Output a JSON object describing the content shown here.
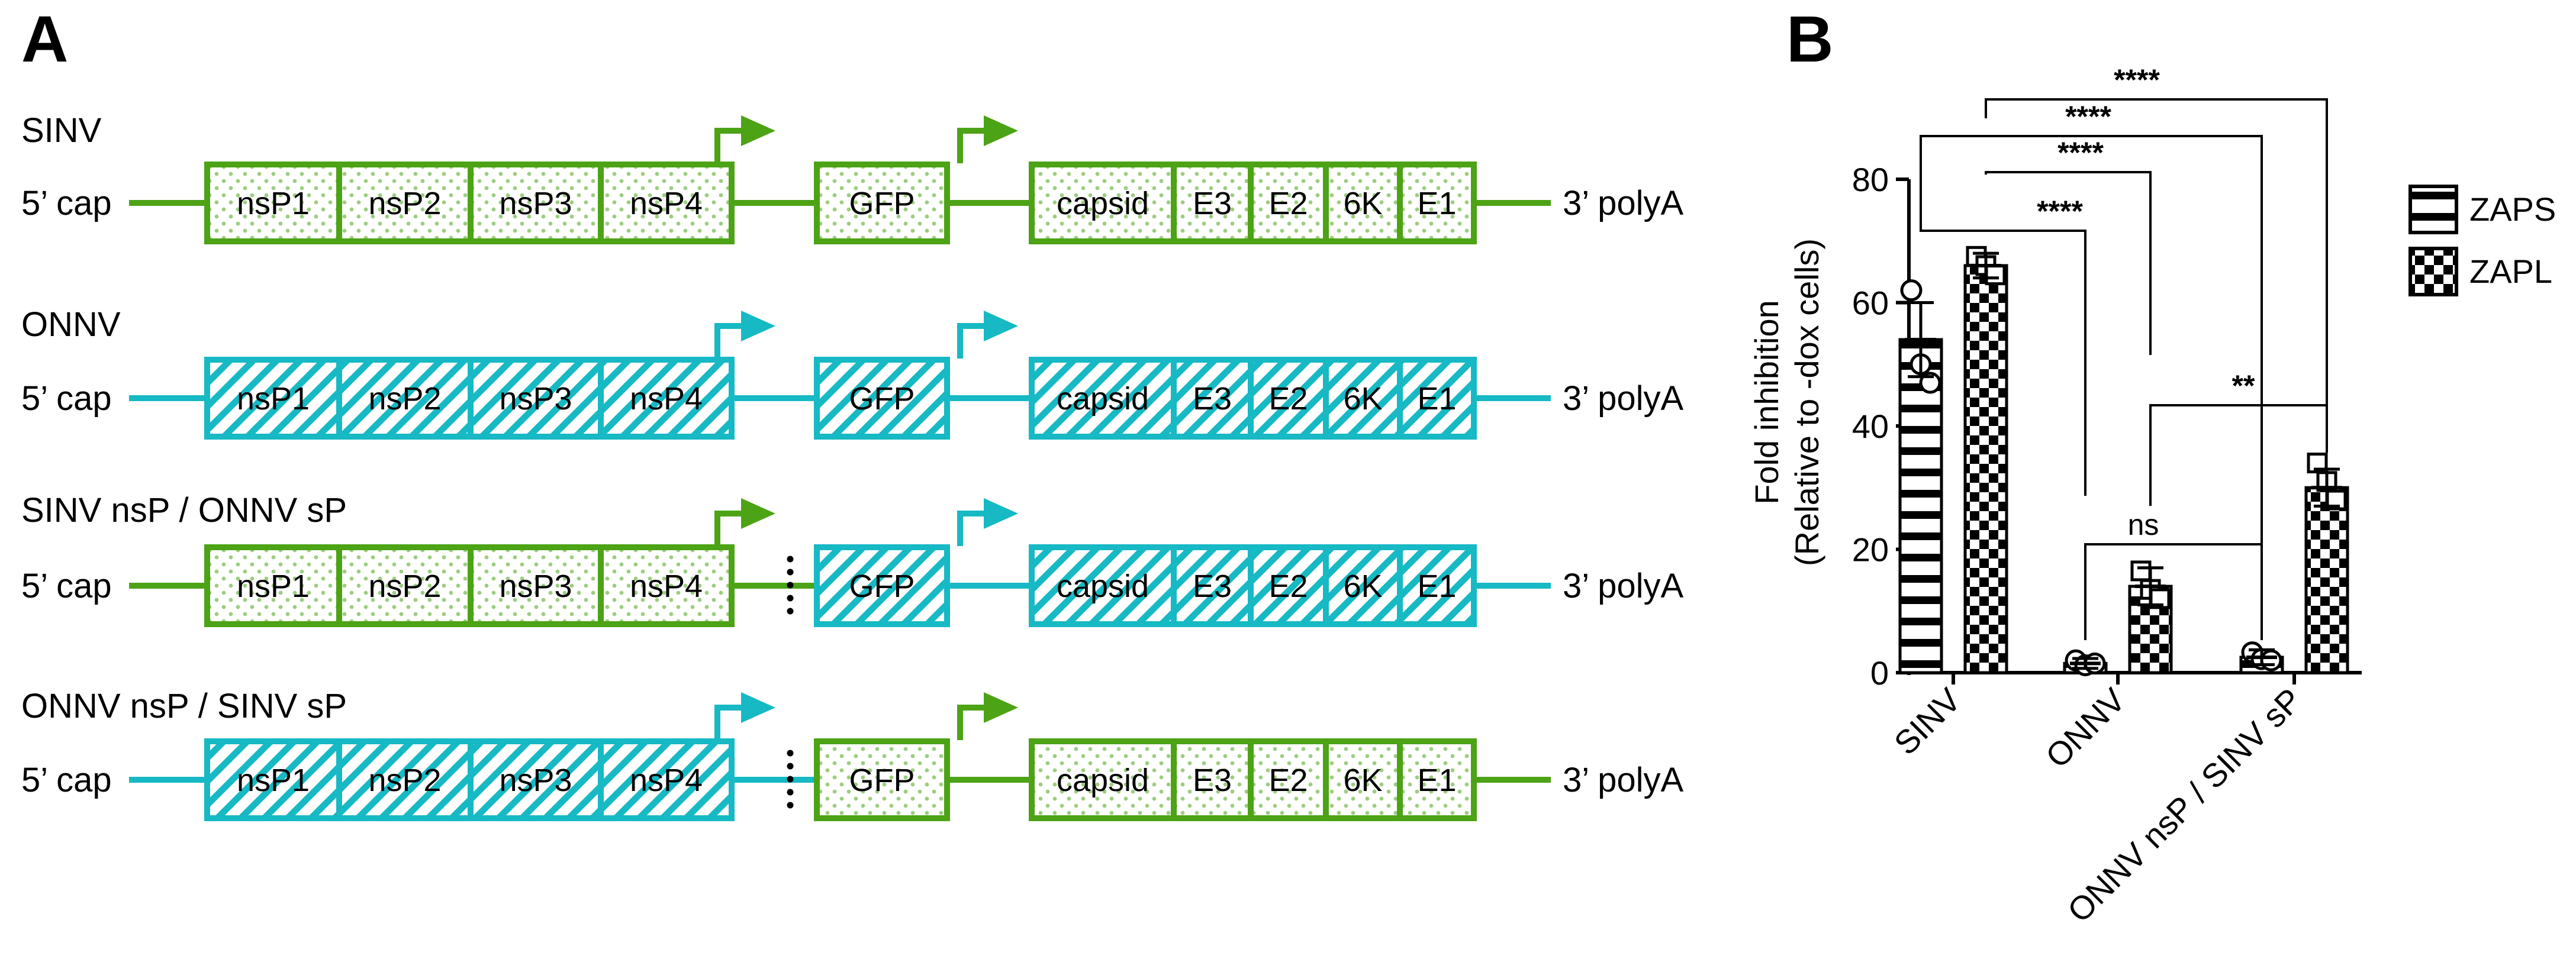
{
  "colors": {
    "sinv": "#4ca315",
    "onnv": "#16b9c4",
    "black": "#000000"
  },
  "panel_a": {
    "letter": "A",
    "cap_label": "5’ cap",
    "polya_label": "3’ polyA",
    "constructs": [
      {
        "label": "SINV",
        "nsp_virus": "sinv",
        "sp_virus": "sinv",
        "junction_dots": false,
        "nsp_genes": [
          "nsP1",
          "nsP2",
          "nsP3",
          "nsP4"
        ],
        "gfp": "GFP",
        "sp_genes": [
          "capsid",
          "E3",
          "E2",
          "6K",
          "E1"
        ]
      },
      {
        "label": "ONNV",
        "nsp_virus": "onnv",
        "sp_virus": "onnv",
        "junction_dots": false,
        "nsp_genes": [
          "nsP1",
          "nsP2",
          "nsP3",
          "nsP4"
        ],
        "gfp": "GFP",
        "sp_genes": [
          "capsid",
          "E3",
          "E2",
          "6K",
          "E1"
        ]
      },
      {
        "label": "SINV nsP / ONNV sP",
        "nsp_virus": "sinv",
        "sp_virus": "onnv",
        "junction_dots": true,
        "nsp_genes": [
          "nsP1",
          "nsP2",
          "nsP3",
          "nsP4"
        ],
        "gfp": "GFP",
        "sp_genes": [
          "capsid",
          "E3",
          "E2",
          "6K",
          "E1"
        ]
      },
      {
        "label": "ONNV nsP / SINV sP",
        "nsp_virus": "onnv",
        "sp_virus": "sinv",
        "junction_dots": true,
        "nsp_genes": [
          "nsP1",
          "nsP2",
          "nsP3",
          "nsP4"
        ],
        "gfp": "GFP",
        "sp_genes": [
          "capsid",
          "E3",
          "E2",
          "6K",
          "E1"
        ]
      }
    ]
  },
  "panel_b": {
    "letter": "B",
    "chart_data": {
      "type": "bar",
      "ylabel_line1": "Fold inhibition",
      "ylabel_line2": "(Relative to -dox cells)",
      "ylim": [
        0,
        80
      ],
      "yticks": [
        0,
        20,
        40,
        60,
        80
      ],
      "categories": [
        "SINV",
        "ONNV",
        "ONNV nsP / SINV sP"
      ],
      "series": [
        {
          "name": "ZAPS",
          "pattern": "horizontal-stripes",
          "point_marker": "circle",
          "means": [
            54,
            1.5,
            2.5
          ],
          "errors": [
            6,
            0.8,
            1.2
          ],
          "points": [
            [
              62,
              50,
              47
            ],
            [
              2.0,
              1.2,
              1.5
            ],
            [
              3.3,
              2.2,
              2.0
            ]
          ]
        },
        {
          "name": "ZAPL",
          "pattern": "checkerboard",
          "point_marker": "square",
          "means": [
            66,
            14,
            30
          ],
          "errors": [
            2,
            3,
            3
          ],
          "points": [
            [
              67.5,
              66,
              64.5
            ],
            [
              16.5,
              13.5,
              12
            ],
            [
              34,
              31,
              28
            ]
          ]
        }
      ],
      "comparisons": [
        {
          "label": "****",
          "from": "SINV ZAPS",
          "to": "ONNV ZAPS"
        },
        {
          "label": "****",
          "from": "SINV ZAPL",
          "to": "ONNV ZAPL"
        },
        {
          "label": "****",
          "from": "SINV ZAPS",
          "to": "ONNV nsP / SINV sP ZAPS"
        },
        {
          "label": "****",
          "from": "SINV ZAPL",
          "to": "ONNV nsP / SINV sP ZAPL"
        },
        {
          "label": "ns",
          "from": "ONNV ZAPS",
          "to": "ONNV nsP / SINV sP ZAPS"
        },
        {
          "label": "**",
          "from": "ONNV ZAPL",
          "to": "ONNV nsP / SINV sP ZAPL"
        }
      ],
      "legend": [
        "ZAPS",
        "ZAPL"
      ]
    }
  }
}
